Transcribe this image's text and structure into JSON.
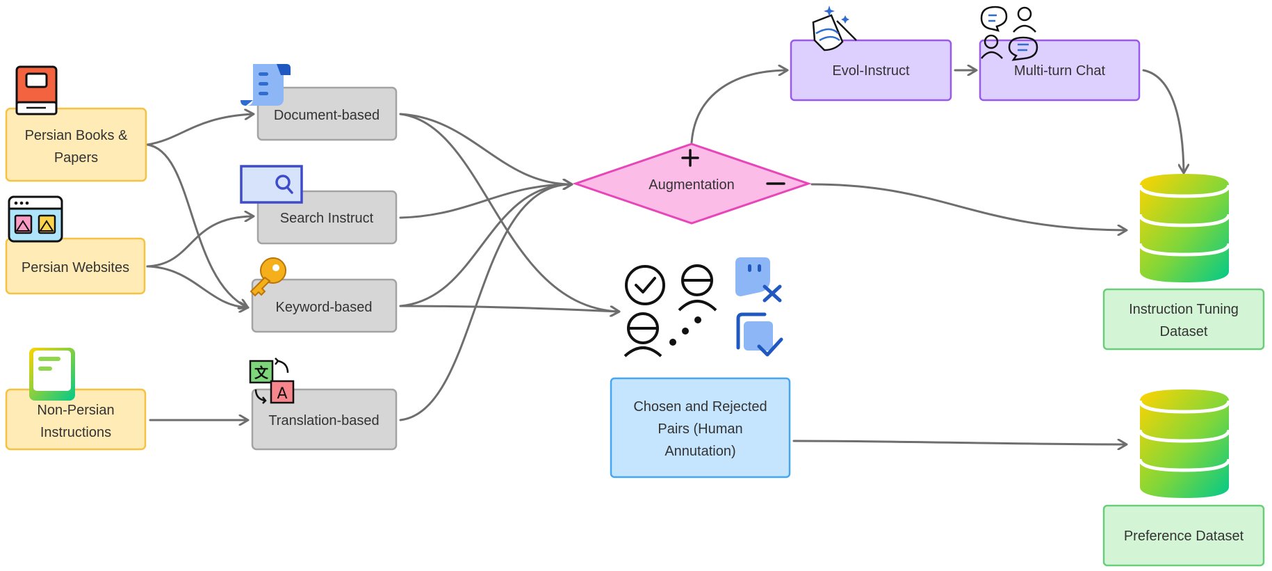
{
  "sources": {
    "books": "Persian Books &",
    "books_2": "Papers",
    "websites": "Persian Websites",
    "non_persian": "Non-Persian",
    "non_persian_2": "Instructions"
  },
  "methods": {
    "document": "Document-based",
    "search": "Search Instruct",
    "keyword": "Keyword-based",
    "translation": "Translation-based"
  },
  "augmentation": {
    "label": "Augmentation",
    "evol": "Evol-Instruct",
    "multiturn": "Multi-turn Chat"
  },
  "human": {
    "line1": "Chosen and Rejected",
    "line2": "Pairs (Human",
    "line3": "Annutation)"
  },
  "outputs": {
    "instruction_1": "Instruction Tuning",
    "instruction_2": "Dataset",
    "preference": "Preference Dataset"
  },
  "colors": {
    "source_fill": "#FEEBB6",
    "source_stroke": "#F5C242",
    "method_fill": "#D6D6D6",
    "method_stroke": "#A3A3A3",
    "aug_fill": "#FBBDE8",
    "aug_stroke": "#E845B9",
    "purple_fill": "#DDD0FF",
    "purple_stroke": "#9A58F0",
    "blue_fill": "#C5E4FD",
    "blue_stroke": "#45A6F3",
    "green_fill": "#D4F4D6",
    "green_stroke": "#6ACD7A",
    "arrow": "#6E6E6E"
  },
  "icons": {
    "book": "book-icon",
    "browser": "browser-icon",
    "note": "note-icon",
    "scroll": "scroll-icon",
    "search": "search-icon",
    "key": "key-icon",
    "translate": "translate-icon",
    "magic_hat": "magic-hat-icon",
    "chat": "chat-users-icon",
    "annotators": "annotators-icon",
    "reject": "reject-icon",
    "approve": "approve-icon",
    "database": "database-icon"
  }
}
